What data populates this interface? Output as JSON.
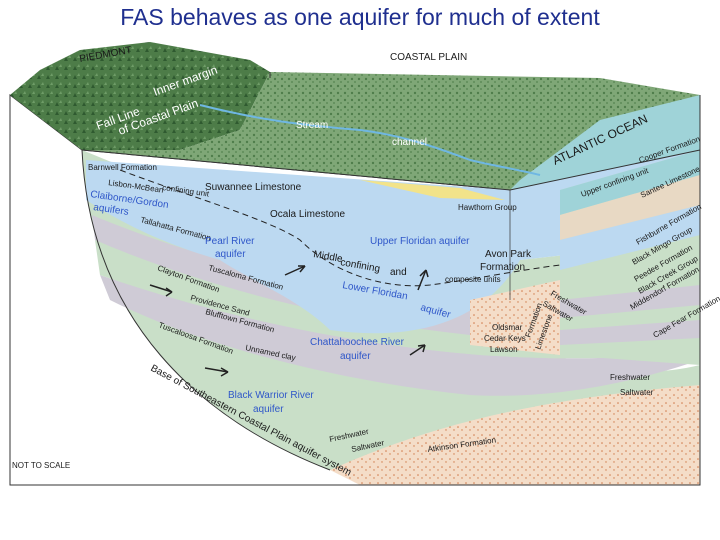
{
  "title": "FAS behaves as one aquifer for much of extent",
  "labels": {
    "piedmont": "PIEDMONT",
    "coastal_plain": "COASTAL PLAIN",
    "inner_margin": "Inner margin",
    "fall_line_1": "Fall Line",
    "fall_line_2": "of Coastal Plain",
    "stream": "Stream",
    "channel": "channel",
    "atlantic_ocean": "ATLANTIC OCEAN",
    "upper_confining_unit": "Upper confining unit",
    "cooper_formation": "Cooper Formation",
    "santee_limestone": "Santee Limestone",
    "fishburne_formation": "Fishburne Formation",
    "black_mingo": "Black Mingo Group",
    "peedee": "Peedee Formation",
    "black_creek": "Black Creek Group",
    "middendorf": "Middendorf Formation",
    "cape_fear": "Cape Fear Formation",
    "barnwell": "Barnwell Formation",
    "suwannee": "Suwannee Limestone",
    "hawthorn": "Hawthorn Group",
    "lisbon_1": "Lisbon-McBean",
    "lisbon_2": "confining unit",
    "claiborne_1": "Claiborne/Gordon",
    "claiborne_2": "aquifers",
    "ocala": "Ocala Limestone",
    "tallahatta": "Tallahatta Formation",
    "pearl_1": "Pearl River",
    "pearl_2": "aquifer",
    "upper_floridan": "Upper Floridan aquifer",
    "middle_confining_1": "Middle",
    "middle_confining_2": "confining",
    "middle_confining_3": "and",
    "composite_units": "composite units",
    "avon_park_1": "Avon Park",
    "avon_park_2": "Formation",
    "tuscaloma": "Tuscaloma Formation",
    "clayton": "Clayton Formation",
    "lower_floridan_1": "Lower Floridan",
    "lower_floridan_2": "aquifer",
    "freshwater": "Freshwater",
    "saltwater": "Saltwater",
    "oldsmar_1": "Oldsmar",
    "oldsmar_2": "Cedar Keys",
    "oldsmar_3": "Lawson",
    "oldsmar_4": "Formation",
    "oldsmar_5": "Limestone",
    "providence_1": "Providence Sand",
    "providence_2": "Blufftown Formation",
    "chattahoochee_1": "Chattahoochee River",
    "chattahoochee_2": "aquifer",
    "unnamed_clay": "Unnamed clay",
    "tuscaloosa": "Tuscaloosa Formation",
    "black_warrior_1": "Black Warrior River",
    "black_warrior_2": "aquifer",
    "base_1": "Base of Southeastern Coastal Plain aquifer system",
    "freshwater_2": "Freshwater",
    "saltwater_2": "Saltwater",
    "freshwater_3": "Freshwater",
    "saltwater_3": "Saltwater",
    "atkinson": "Atkinson Formation",
    "not_to_scale": "NOT TO SCALE"
  },
  "colors": {
    "title": "#1f2f8f",
    "land": "#3d6b3c",
    "aquifer_blue": "#bcd9f1",
    "confining_gray": "#cfcbd6",
    "green_aquifer": "#c9dfc8",
    "tan": "#e8d9c4",
    "ocean": "#9fd3d8",
    "label_blue": "#2f57c9"
  }
}
